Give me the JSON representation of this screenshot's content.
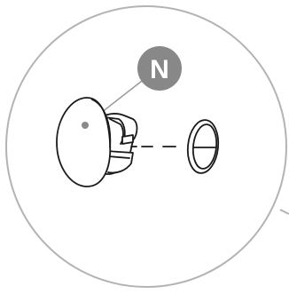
{
  "callout": {
    "label": "N"
  },
  "colors": {
    "background": "#ffffff",
    "detail_circle_stroke": "#b3b3b3",
    "badge_fill": "#888888",
    "badge_text": "#ffffff",
    "line_art": "#1a1a1a",
    "leader_line": "#999999"
  },
  "parts": [
    {
      "name": "snap-in-plug",
      "icon": "plug-icon"
    },
    {
      "name": "cap-disc",
      "icon": "cap-icon"
    }
  ]
}
